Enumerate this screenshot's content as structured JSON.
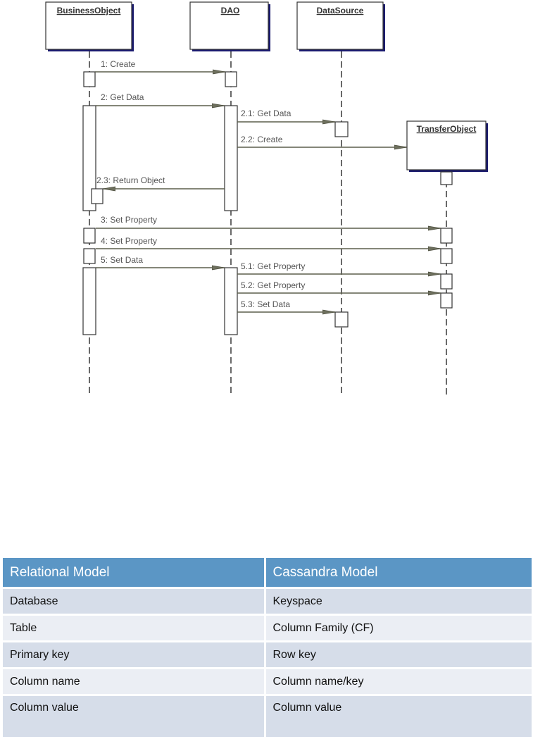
{
  "diagram": {
    "type": "sequence",
    "colors": {
      "arrow": "#5c5f4c",
      "box_shadow": "#1a1a6e",
      "box_border": "#333333"
    },
    "objects": [
      {
        "id": "bo",
        "label": "BusinessObject"
      },
      {
        "id": "dao",
        "label": "DAO"
      },
      {
        "id": "ds",
        "label": "DataSource"
      },
      {
        "id": "to",
        "label": "TransferObject"
      }
    ],
    "messages": [
      {
        "label": "1: Create",
        "from": "bo",
        "to": "dao"
      },
      {
        "label": "2: Get Data",
        "from": "bo",
        "to": "dao"
      },
      {
        "label": "2.1: Get Data",
        "from": "dao",
        "to": "ds"
      },
      {
        "label": "2.2: Create",
        "from": "dao",
        "to": "to"
      },
      {
        "label": "2.3: Return Object",
        "from": "dao",
        "to": "bo"
      },
      {
        "label": "3: Set Property",
        "from": "bo",
        "to": "to"
      },
      {
        "label": "4: Set Property",
        "from": "bo",
        "to": "to"
      },
      {
        "label": "5: Set Data",
        "from": "bo",
        "to": "dao"
      },
      {
        "label": "5.1: Get Property",
        "from": "dao",
        "to": "to"
      },
      {
        "label": "5.2: Get Property",
        "from": "dao",
        "to": "to"
      },
      {
        "label": "5.3: Set Data",
        "from": "dao",
        "to": "ds"
      }
    ]
  },
  "table": {
    "headers": [
      "Relational Model",
      "Cassandra Model"
    ],
    "rows": [
      [
        "Database",
        "Keyspace"
      ],
      [
        "Table",
        "Column Family (CF)"
      ],
      [
        "Primary key",
        "Row key"
      ],
      [
        "Column name",
        "Column name/key"
      ],
      [
        "Column value",
        "Column value"
      ]
    ]
  }
}
